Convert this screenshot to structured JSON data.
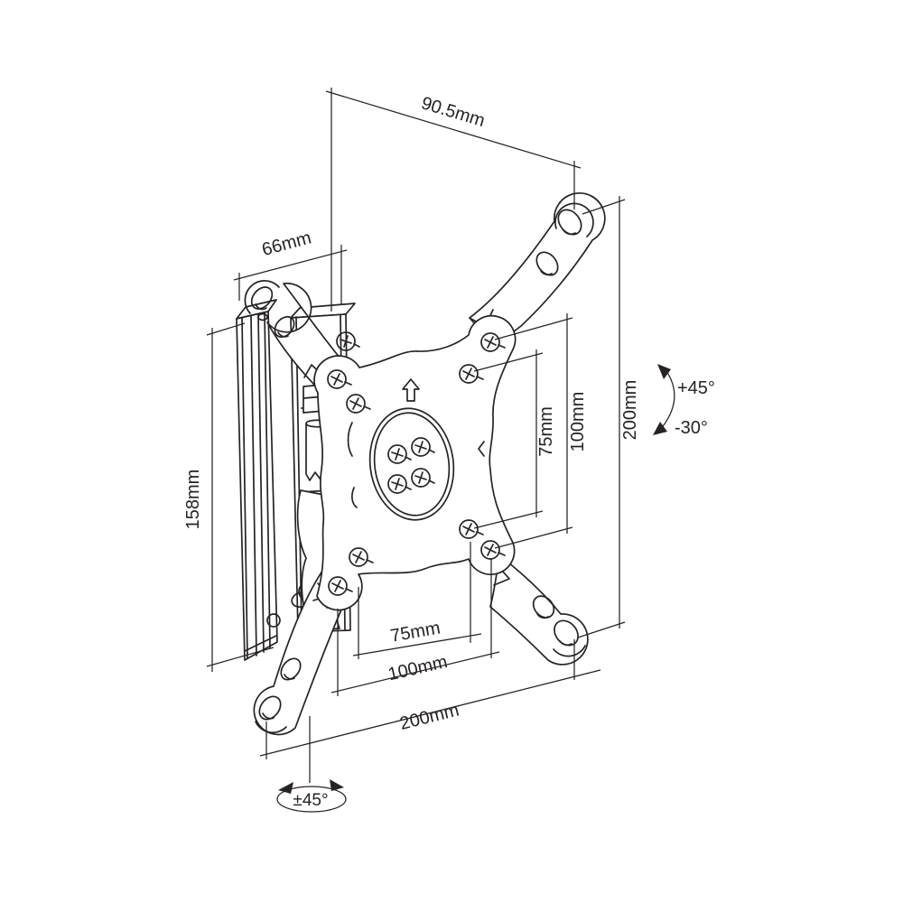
{
  "drawing": {
    "subject": "Tilting and swivelling TV wall mount bracket technical drawing",
    "line_color": "#272324",
    "background_color": "#ffffff"
  },
  "dimensions": {
    "arm_depth": "90.5mm",
    "wall_plate_width": "66mm",
    "wall_plate_height": "158mm",
    "vesa_height_75": "75mm",
    "vesa_height_100": "100mm",
    "overall_height": "200mm",
    "vesa_width_75": "75mm",
    "vesa_width_100": "100mm",
    "overall_width": "200mm",
    "tilt_up": "+45°",
    "tilt_down": "-30°",
    "swivel": "±45°"
  }
}
